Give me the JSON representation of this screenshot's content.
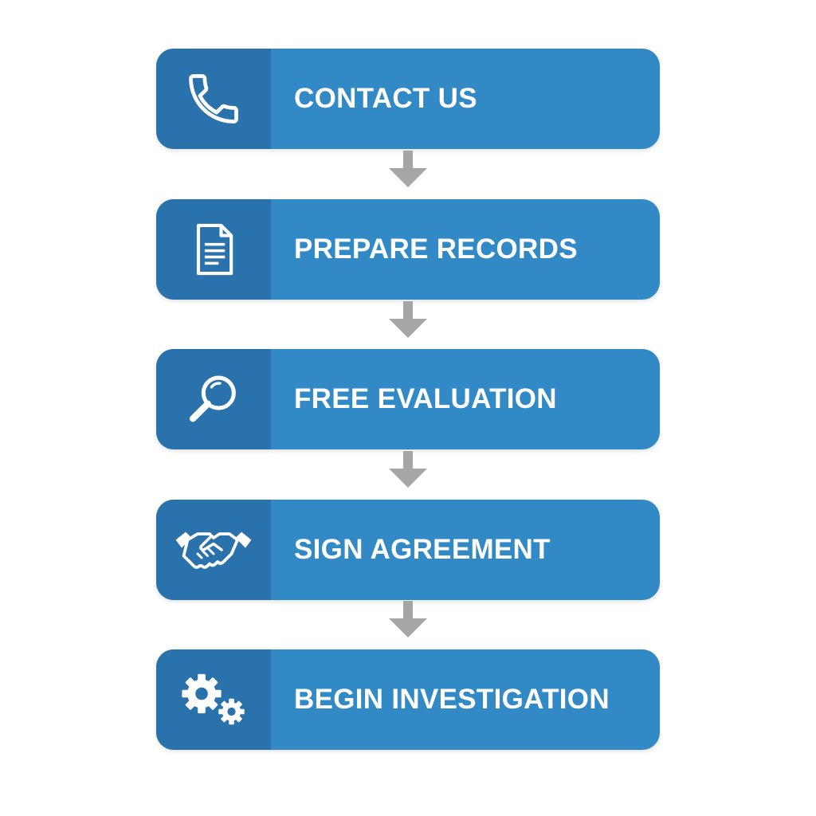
{
  "flowchart": {
    "steps": [
      {
        "label": "CONTACT US",
        "icon": "phone-icon"
      },
      {
        "label": "PREPARE RECORDS",
        "icon": "document-icon"
      },
      {
        "label": "FREE EVALUATION",
        "icon": "magnifier-icon"
      },
      {
        "label": "SIGN AGREEMENT",
        "icon": "handshake-icon"
      },
      {
        "label": "BEGIN INVESTIGATION",
        "icon": "gears-icon"
      }
    ],
    "colors": {
      "step_background": "#3189c6",
      "icon_panel": "#2a72ab",
      "arrow": "#a6a6a6",
      "text": "#ffffff"
    }
  }
}
